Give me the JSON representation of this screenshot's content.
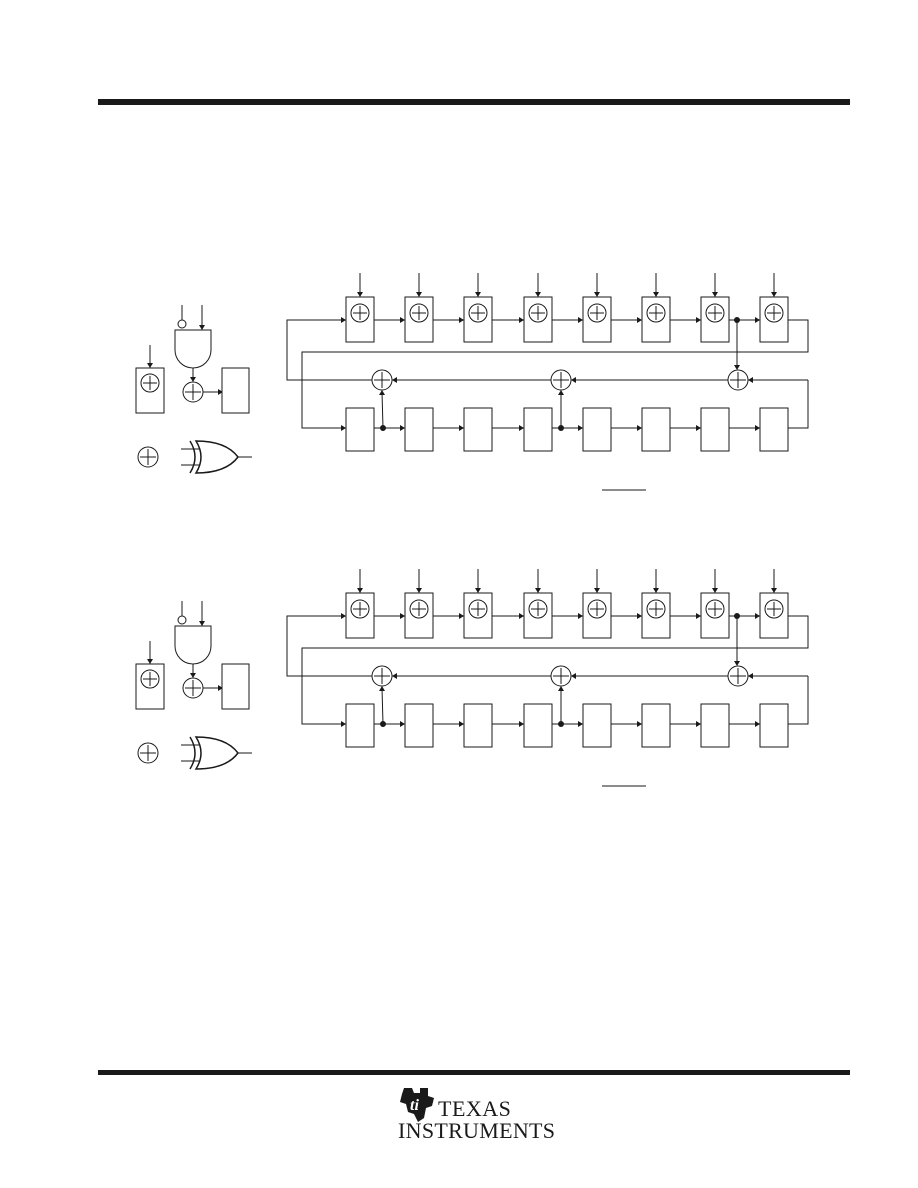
{
  "page": {
    "background": "#ffffff",
    "ink": "#1a1a1a"
  },
  "diagrams": [
    {
      "id": "upper"
    },
    {
      "id": "lower"
    }
  ],
  "logo": {
    "line1": "TEXAS",
    "line2": "INSTRUMENTS",
    "icon": "ti-state-logo-icon"
  }
}
